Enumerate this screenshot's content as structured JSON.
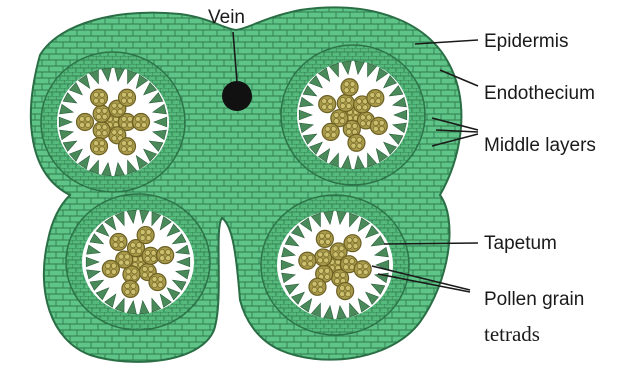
{
  "labels": {
    "vein": "Vein",
    "epidermis": "Epidermis",
    "endothecium": "Endothecium",
    "middle_layers": "Middle layers",
    "tapetum": "Tapetum",
    "pollen_grain": "Pollen grain",
    "tetrads": "tetrads"
  },
  "colors": {
    "tissue_fill": "#5fc487",
    "tissue_dark": "#3a9a60",
    "cell_line": "#2f7d4e",
    "lumen": "#ffffff",
    "pollen_fill": "#a89a4a",
    "pollen_rim": "#6b5f22",
    "tapetum_cell": "#4a8a5a",
    "vein": "#111111",
    "leader_line": "#1a1a1a"
  },
  "structure": {
    "pollen_sacs": 4,
    "pollen_tetrads_per_sac": 12
  }
}
